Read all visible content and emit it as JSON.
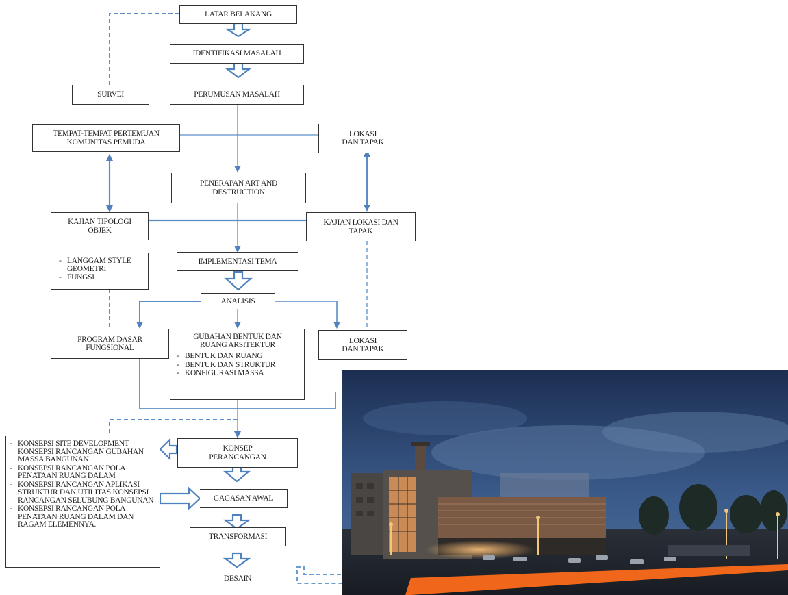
{
  "colors": {
    "arrow_blue": "#4f81bd",
    "line_blue": "#5b8ec6",
    "orange_strip": "#f0661a"
  },
  "nodes": {
    "latar_belakang": "LATAR BELAKANG",
    "identifikasi": "IDENTIFIKASI MASALAH",
    "perumusan": "PERUMUSAN MASALAH",
    "survei": "SURVEI",
    "tempat_pertemuan": "TEMPAT-TEMPAT PERTEMUAN\nKOMUNITAS PEMUDA",
    "lokasi_tapak_top": "LOKASI\nDAN TAPAK",
    "penerapan": "PENERAPAN ART AND\nDESTRUCTION",
    "kajian_tipologi": "KAJIAN TIPOLOGI\nOBJEK",
    "kajian_lokasi": "KAJIAN LOKASI DAN\nTAPAK",
    "implementasi": "IMPLEMENTASI TEMA",
    "analisis": "ANALISIS",
    "program_dasar": "PROGRAM DASAR\nFUNGSIONAL",
    "gubahan_title": "GUBAHAN BENTUK DAN\nRUANG ARSITEKTUR",
    "lokasi_tapak_bottom": "LOKASI\nDAN TAPAK",
    "konsep": "KONSEP\nPERANCANGAN",
    "gagasan": "GAGASAN AWAL",
    "transformasi": "TRANSFORMASI",
    "desain": "DESAIN"
  },
  "tipologi_list": [
    "LANGGAM STYLE GEOMETRI",
    "FUNGSI"
  ],
  "gubahan_list": [
    "BENTUK DAN RUANG",
    "BENTUK DAN STRUKTUR",
    "KONFIGURASI MASSA"
  ],
  "konsepsi_list": [
    "KONSEPSI SITE DEVELOPMENT KONSEPSI RANCANGAN GUBAHAN MASSA BANGUNAN",
    "KONSEPSI RANCANGAN POLA PENATAAN RUANG DALAM",
    "KONSEPSI RANCANGAN APLIKASI STRUKTUR DAN UTILITAS KONSEPSI RANCANGAN SELUBUNG BANGUNAN",
    "KONSEPSI RANCANGAN POLA PENATAAN RUANG DALAM DAN RAGAM ELEMENNYA."
  ]
}
